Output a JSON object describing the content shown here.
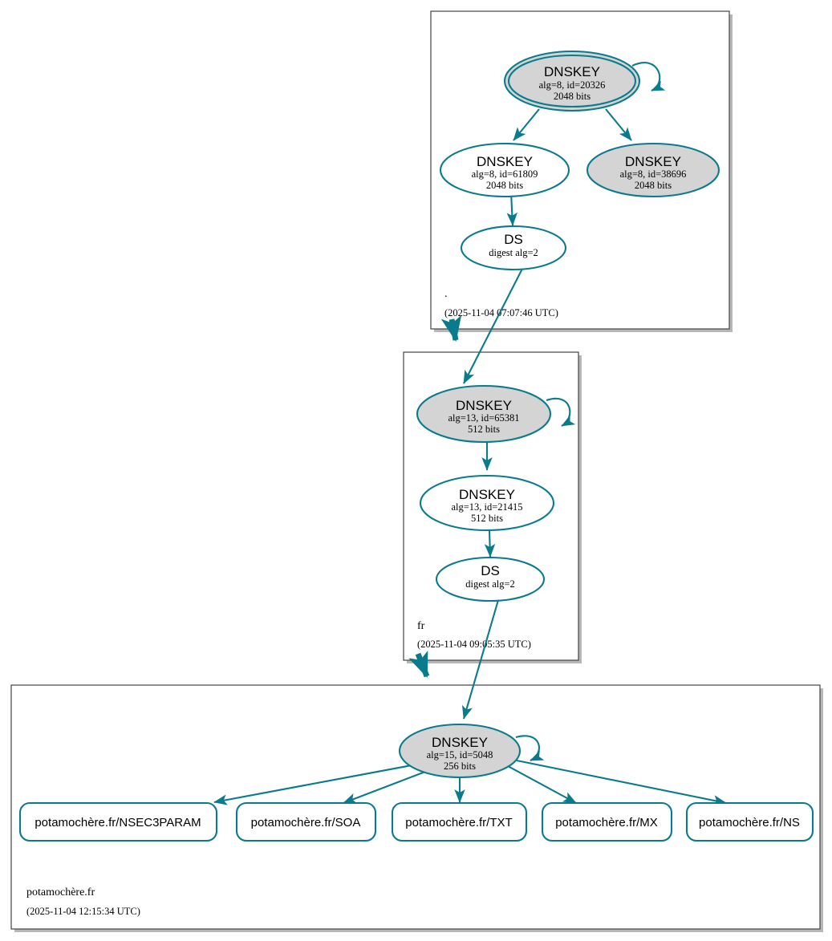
{
  "diagram": {
    "type": "dnssec-authentication-chain",
    "colors": {
      "secure_stroke": "#0a7b8c",
      "ksk_fill": "#d4d4d4",
      "zsk_fill": "#ffffff",
      "zone_border": "#444444"
    }
  },
  "zones": [
    {
      "id": "root",
      "name": ".",
      "timestamp": "(2025-11-04 07:07:46 UTC)",
      "nodes": [
        {
          "id": "root-ksk-20326",
          "type": "DNSKEY",
          "title": "DNSKEY",
          "params": "alg=8, id=20326",
          "size": "2048 bits",
          "trust_anchor": true,
          "self_signed": true,
          "shaded": true
        },
        {
          "id": "root-zsk-61809",
          "type": "DNSKEY",
          "title": "DNSKEY",
          "params": "alg=8, id=61809",
          "size": "2048 bits",
          "trust_anchor": false,
          "self_signed": false,
          "shaded": false
        },
        {
          "id": "root-ksk-38696",
          "type": "DNSKEY",
          "title": "DNSKEY",
          "params": "alg=8, id=38696",
          "size": "2048 bits",
          "trust_anchor": false,
          "self_signed": false,
          "shaded": true
        },
        {
          "id": "root-ds",
          "type": "DS",
          "title": "DS",
          "params": "digest alg=2",
          "size": "",
          "trust_anchor": false,
          "self_signed": false,
          "shaded": false
        }
      ]
    },
    {
      "id": "fr",
      "name": "fr",
      "timestamp": "(2025-11-04 09:05:35 UTC)",
      "nodes": [
        {
          "id": "fr-ksk-65381",
          "type": "DNSKEY",
          "title": "DNSKEY",
          "params": "alg=13, id=65381",
          "size": "512 bits",
          "trust_anchor": false,
          "self_signed": true,
          "shaded": true
        },
        {
          "id": "fr-zsk-21415",
          "type": "DNSKEY",
          "title": "DNSKEY",
          "params": "alg=13, id=21415",
          "size": "512 bits",
          "trust_anchor": false,
          "self_signed": false,
          "shaded": false
        },
        {
          "id": "fr-ds",
          "type": "DS",
          "title": "DS",
          "params": "digest alg=2",
          "size": "",
          "trust_anchor": false,
          "self_signed": false,
          "shaded": false
        }
      ]
    },
    {
      "id": "potamochere",
      "name": "potamochère.fr",
      "timestamp": "(2025-11-04 12:15:34 UTC)",
      "nodes": [
        {
          "id": "pot-ksk-5048",
          "type": "DNSKEY",
          "title": "DNSKEY",
          "params": "alg=15, id=5048",
          "size": "256 bits",
          "trust_anchor": false,
          "self_signed": true,
          "shaded": true
        }
      ],
      "rrsets": [
        {
          "id": "rr-nsec3param",
          "label": "potamochère.fr/NSEC3PARAM"
        },
        {
          "id": "rr-soa",
          "label": "potamochère.fr/SOA"
        },
        {
          "id": "rr-txt",
          "label": "potamochère.fr/TXT"
        },
        {
          "id": "rr-mx",
          "label": "potamochère.fr/MX"
        },
        {
          "id": "rr-ns",
          "label": "potamochère.fr/NS"
        }
      ]
    }
  ]
}
